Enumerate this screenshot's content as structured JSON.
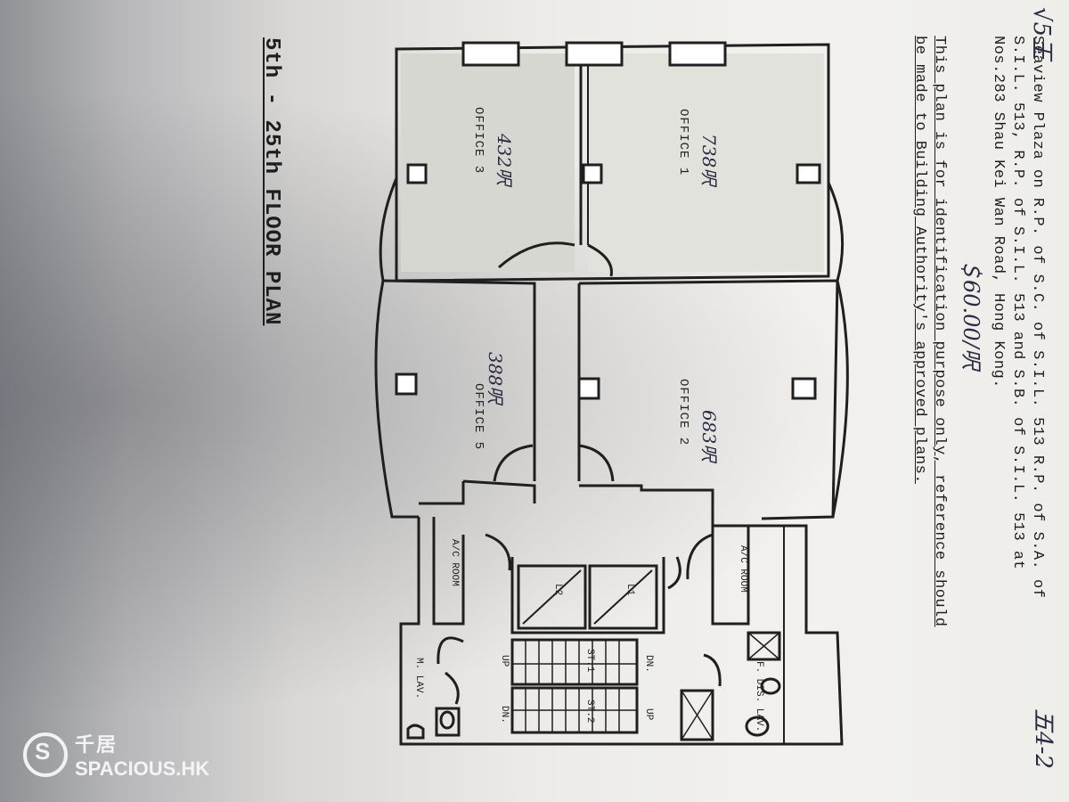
{
  "header": {
    "line1": "Seaview Plaza on R.P. of S.C. of S.I.L. 513 R.P. of S.A. of",
    "line2": "S.I.L. 513, R.P. of S.I.L. 513 and S.B. of S.I.L. 513 at",
    "line3": "Nos.283 Shau Kei Wan Road, Hong Kong.",
    "note1": "This plan is for identification purpose only, reference should",
    "note2": "be made to Building Authority's approved plans."
  },
  "title": "5th - 25th FLOOR PLAN",
  "rooms": {
    "office1": "OFFICE 1",
    "office2": "OFFICE 2",
    "office3": "OFFICE 3",
    "office5": "OFFICE 5",
    "ac_room_left": "A/C ROOM",
    "ac_room_right": "A/C ROOM",
    "m_lav": "M. LAV.",
    "f_dis_lav": "F. DIS. LAV.",
    "lift_left": "L2",
    "lift_right": "L1",
    "up_left": "UP",
    "dn_left": "DN.",
    "dn_right": "DN.",
    "up_right": "UP",
    "stair_left": "ST.1",
    "stair_right": "ST.2"
  },
  "handwritten": {
    "office1_area": "738呎",
    "office2_area": "683呎",
    "office3_area": "432呎",
    "office5_area": "388呎",
    "price": "＄60.00/呎",
    "top_corner": "√5王",
    "bottom_corner": "五4-2"
  },
  "watermark": {
    "brand_cn": "千居",
    "brand_en": "SPACIOUS.HK",
    "logo_letter": "S"
  }
}
